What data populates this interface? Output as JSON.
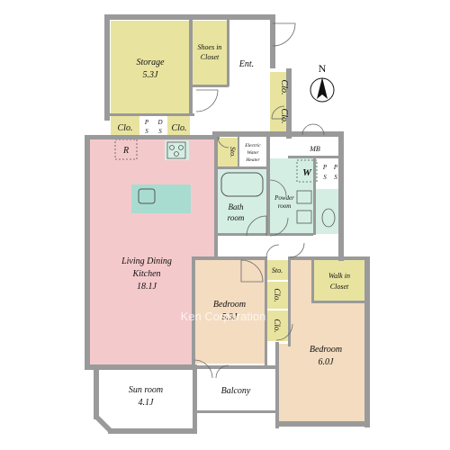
{
  "rooms": {
    "storage": {
      "name": "Storage",
      "size": "5.3J"
    },
    "shoes": {
      "line1": "Shoes in",
      "line2": "Closet"
    },
    "entrance": {
      "name": "Ent."
    },
    "clo_storage_left": "Clo.",
    "ps_ds": {
      "p": "P",
      "s": "S",
      "d": "D",
      "s2": "S"
    },
    "clo_storage_right": "Clo.",
    "clo_ent_1": "Clo.",
    "clo_ent_2": "Clo.",
    "refrigerator": "R",
    "sto_bath": "Sto.",
    "water_heater": {
      "line1": "Electric",
      "line2": "Water",
      "line3": "Heater"
    },
    "mb": "MB",
    "washer": "W",
    "ps_right": {
      "p1": "P",
      "s1": "S",
      "p2": "P",
      "s2": "S"
    },
    "bathroom": {
      "line1": "Bath",
      "line2": "room"
    },
    "powder_room": {
      "line1": "Powder",
      "line2": "room"
    },
    "ldk": {
      "line1": "Living Dining",
      "line2": "Kitchen",
      "size": "18.1J"
    },
    "sto_bedroom": "Sto.",
    "walk_in": {
      "line1": "Walk in",
      "line2": "Closet"
    },
    "clo_bed_1": "Clo.",
    "clo_bed_2": "Clo.",
    "bedroom1": {
      "name": "Bedroom",
      "size": "5.3J"
    },
    "bedroom2": {
      "name": "Bedroom",
      "size": "6.0J"
    },
    "sunroom": {
      "name": "Sun room",
      "size": "4.1J"
    },
    "balcony": {
      "name": "Balcony"
    }
  },
  "compass": {
    "label": "N"
  },
  "watermark": "Ken Corporation",
  "colors": {
    "storage": "#e8e4a0",
    "closet": "#e8e4a0",
    "living": "#f4c9cc",
    "bedroom": "#f4dcc0",
    "wet": "#d4eee4",
    "kitchen_island": "#a9dcd0",
    "wall": "#9a9a9a"
  }
}
